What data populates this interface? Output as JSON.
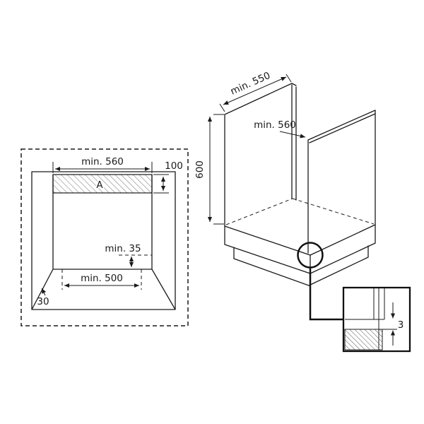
{
  "front_view": {
    "niche_width_label": "min. 560",
    "top_clearance_label": "100",
    "vent_strip_label": "A",
    "rear_clearance_label": "min. 35",
    "base_opening_label": "min. 500",
    "plinth_label": "30"
  },
  "cabinet_view": {
    "depth_label": "min. 550",
    "width_label": "min. 560",
    "height_label": "600"
  },
  "detail_view": {
    "gap_label": "3"
  },
  "colors": {
    "line": "#1a1a1a",
    "background": "#ffffff"
  }
}
